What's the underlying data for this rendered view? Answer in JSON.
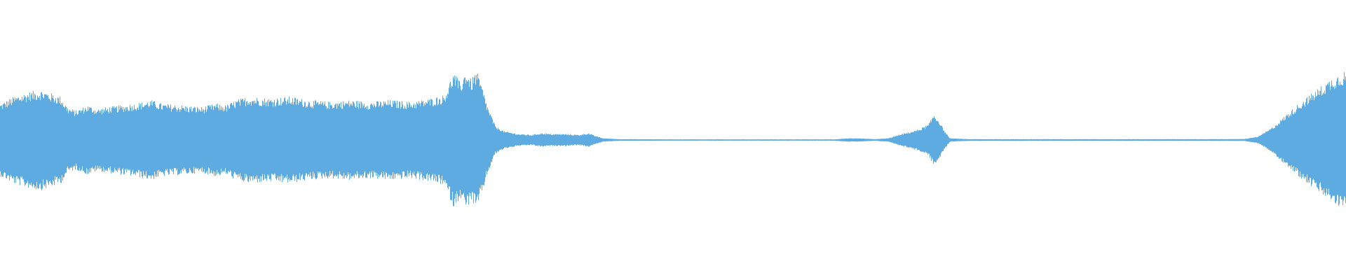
{
  "waveform": {
    "color": "#5dabe0",
    "background": "#ffffff",
    "amplitude_envelope": [
      [
        0.0,
        0.42
      ],
      [
        0.01,
        0.5
      ],
      [
        0.02,
        0.55
      ],
      [
        0.03,
        0.58
      ],
      [
        0.038,
        0.54
      ],
      [
        0.045,
        0.5
      ],
      [
        0.05,
        0.38
      ],
      [
        0.056,
        0.34
      ],
      [
        0.065,
        0.4
      ],
      [
        0.072,
        0.36
      ],
      [
        0.08,
        0.38
      ],
      [
        0.09,
        0.4
      ],
      [
        0.1,
        0.42
      ],
      [
        0.106,
        0.44
      ],
      [
        0.112,
        0.46
      ],
      [
        0.12,
        0.42
      ],
      [
        0.135,
        0.4
      ],
      [
        0.15,
        0.38
      ],
      [
        0.16,
        0.42
      ],
      [
        0.168,
        0.4
      ],
      [
        0.175,
        0.46
      ],
      [
        0.185,
        0.5
      ],
      [
        0.2,
        0.48
      ],
      [
        0.215,
        0.5
      ],
      [
        0.23,
        0.46
      ],
      [
        0.245,
        0.44
      ],
      [
        0.26,
        0.46
      ],
      [
        0.275,
        0.44
      ],
      [
        0.29,
        0.46
      ],
      [
        0.305,
        0.44
      ],
      [
        0.32,
        0.48
      ],
      [
        0.33,
        0.52
      ],
      [
        0.337,
        0.78
      ],
      [
        0.342,
        0.66
      ],
      [
        0.346,
        0.8
      ],
      [
        0.35,
        0.7
      ],
      [
        0.354,
        0.8
      ],
      [
        0.358,
        0.62
      ],
      [
        0.362,
        0.4
      ],
      [
        0.368,
        0.16
      ],
      [
        0.375,
        0.1
      ],
      [
        0.385,
        0.07
      ],
      [
        0.395,
        0.06
      ],
      [
        0.402,
        0.08
      ],
      [
        0.41,
        0.07
      ],
      [
        0.42,
        0.07
      ],
      [
        0.43,
        0.06
      ],
      [
        0.437,
        0.08
      ],
      [
        0.442,
        0.05
      ],
      [
        0.448,
        0.02
      ],
      [
        0.46,
        0.01
      ],
      [
        0.5,
        0.008
      ],
      [
        0.56,
        0.008
      ],
      [
        0.62,
        0.008
      ],
      [
        0.63,
        0.02
      ],
      [
        0.64,
        0.018
      ],
      [
        0.65,
        0.01
      ],
      [
        0.66,
        0.02
      ],
      [
        0.668,
        0.06
      ],
      [
        0.675,
        0.09
      ],
      [
        0.682,
        0.12
      ],
      [
        0.69,
        0.18
      ],
      [
        0.694,
        0.3
      ],
      [
        0.698,
        0.22
      ],
      [
        0.702,
        0.1
      ],
      [
        0.706,
        0.02
      ],
      [
        0.72,
        0.01
      ],
      [
        0.78,
        0.01
      ],
      [
        0.85,
        0.01
      ],
      [
        0.9,
        0.01
      ],
      [
        0.925,
        0.012
      ],
      [
        0.935,
        0.04
      ],
      [
        0.945,
        0.14
      ],
      [
        0.955,
        0.28
      ],
      [
        0.965,
        0.42
      ],
      [
        0.975,
        0.54
      ],
      [
        0.985,
        0.66
      ],
      [
        0.992,
        0.74
      ],
      [
        1.0,
        0.8
      ]
    ]
  }
}
